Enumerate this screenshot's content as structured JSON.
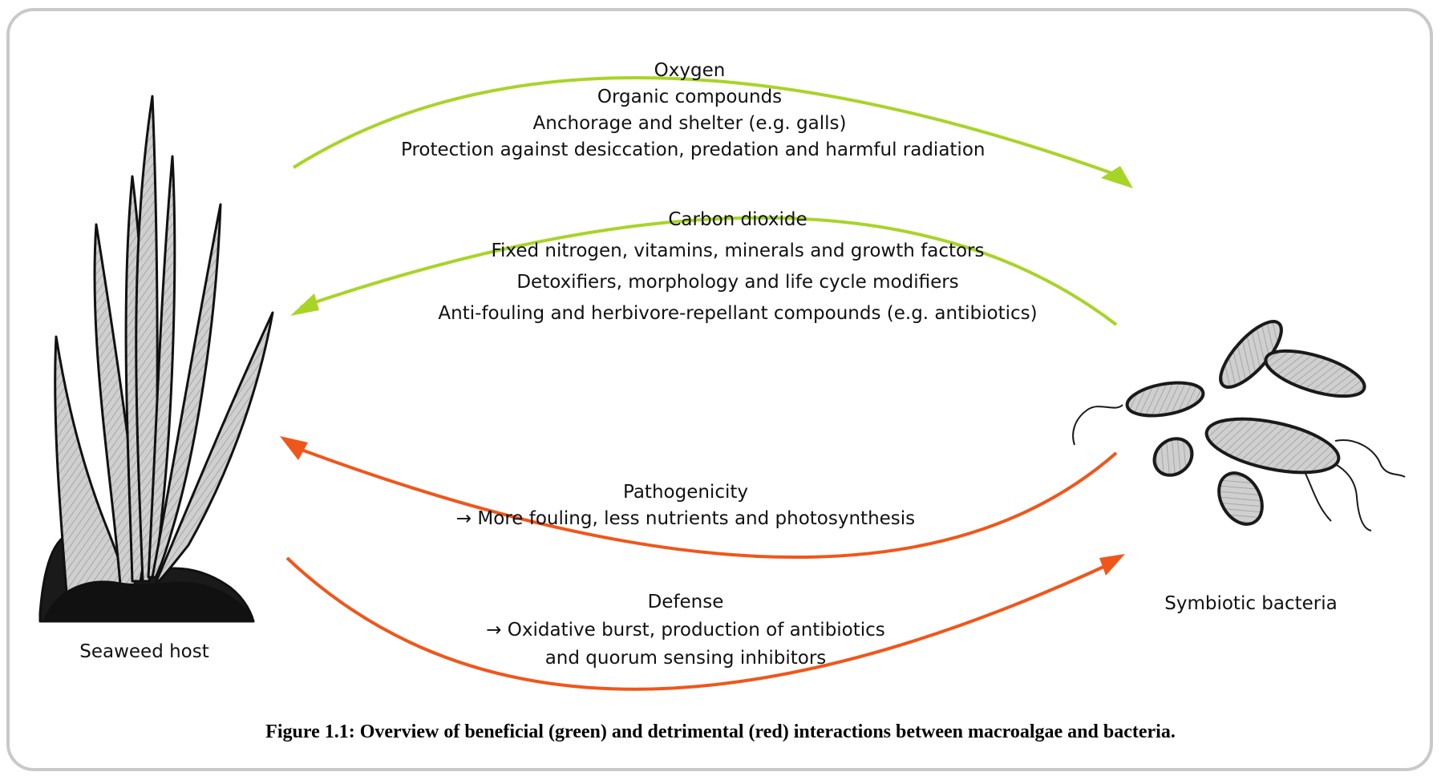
{
  "host_label": "Seaweed host",
  "bacteria_label": "Symbiotic bacteria",
  "flows": [
    {
      "id": "host-to-bacteria-beneficial",
      "color": "#a8d428",
      "lines": [
        "Oxygen",
        "Organic compounds",
        "Anchorage and shelter (e.g. galls)",
        "Protection against desiccation, predation and harmful radiation"
      ]
    },
    {
      "id": "bacteria-to-host-beneficial",
      "color": "#a8d428",
      "lines": [
        "Carbon dioxide",
        "Fixed nitrogen, vitamins, minerals and growth factors",
        "Detoxifiers, morphology and life cycle modifiers",
        "Anti-fouling and herbivore-repellant compounds (e.g. antibiotics)"
      ]
    },
    {
      "id": "bacteria-to-host-detrimental",
      "color": "#f0561a",
      "lines": [
        "Pathogenicity",
        "→ More fouling, less nutrients and photosynthesis"
      ]
    },
    {
      "id": "host-to-bacteria-detrimental",
      "color": "#f0561a",
      "lines": [
        "Defense",
        "→ Oxidative burst, production of antibiotics",
        "and quorum sensing inhibitors"
      ]
    }
  ],
  "caption": "Figure 1.1:  Overview of beneficial (green) and detrimental (red) interactions between macroalgae and bacteria."
}
